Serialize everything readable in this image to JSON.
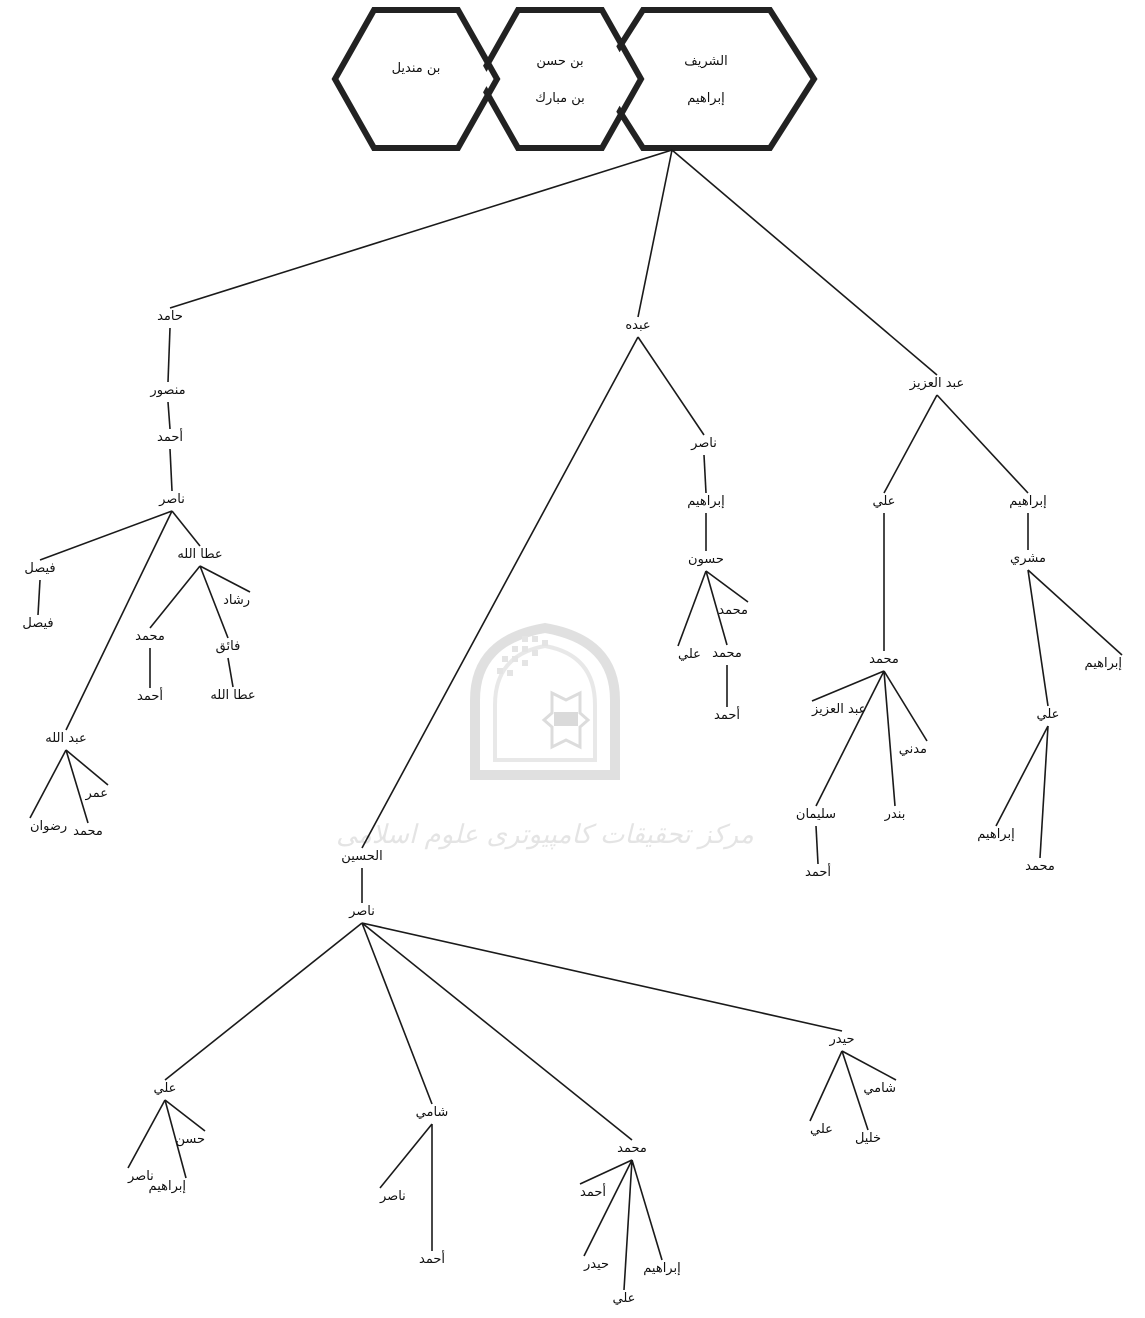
{
  "header": {
    "hexagons": [
      {
        "id": "h1",
        "lines": [
          "الشريف",
          "إبراهيم"
        ]
      },
      {
        "id": "h2",
        "lines": [
          "بن حسن",
          "بن مبارك"
        ]
      },
      {
        "id": "h3",
        "lines": [
          "بن منديل"
        ]
      }
    ]
  },
  "watermark": {
    "text": "مرکز تحقیقات کامپیوتری علوم اسلامی",
    "color": "#cfcfcf"
  },
  "tree": {
    "nodes": [
      {
        "id": "hamid",
        "label": "حامد"
      },
      {
        "id": "mansour",
        "label": "منصور"
      },
      {
        "id": "ahmad1",
        "label": "أحمد"
      },
      {
        "id": "nasir1",
        "label": "ناصر"
      },
      {
        "id": "faisal1",
        "label": "فيصل"
      },
      {
        "id": "faisal2",
        "label": "فيصل"
      },
      {
        "id": "ataallah1",
        "label": "عطا الله"
      },
      {
        "id": "rashad",
        "label": "رشاد"
      },
      {
        "id": "muhammad1",
        "label": "محمد"
      },
      {
        "id": "faiq",
        "label": "فائق"
      },
      {
        "id": "ahmad2",
        "label": "أحمد"
      },
      {
        "id": "ataallah2",
        "label": "عطا الله"
      },
      {
        "id": "abdullah",
        "label": "عبد الله"
      },
      {
        "id": "omar",
        "label": "عمر"
      },
      {
        "id": "radwan",
        "label": "رضوان"
      },
      {
        "id": "muhammad2",
        "label": "محمد"
      },
      {
        "id": "abdah",
        "label": "عبده"
      },
      {
        "id": "nasir2",
        "label": "ناصر"
      },
      {
        "id": "ibrahim1",
        "label": "إبراهيم"
      },
      {
        "id": "hassun",
        "label": "حسون"
      },
      {
        "id": "muhammad3",
        "label": "محمد"
      },
      {
        "id": "ali1",
        "label": "علي"
      },
      {
        "id": "muhammad4",
        "label": "محمد"
      },
      {
        "id": "ahmad3",
        "label": "أحمد"
      },
      {
        "id": "husayn",
        "label": "الحسين"
      },
      {
        "id": "nasir3",
        "label": "ناصر"
      },
      {
        "id": "ali2",
        "label": "علي"
      },
      {
        "id": "hasan",
        "label": "حسن"
      },
      {
        "id": "nasir4",
        "label": "ناصر"
      },
      {
        "id": "ibrahim2",
        "label": "إبراهيم"
      },
      {
        "id": "shami1",
        "label": "شامي"
      },
      {
        "id": "nasir5",
        "label": "ناصر"
      },
      {
        "id": "ahmad4",
        "label": "أحمد"
      },
      {
        "id": "muhammad5",
        "label": "محمد"
      },
      {
        "id": "ahmad5",
        "label": "أحمد"
      },
      {
        "id": "haydar1",
        "label": "حيدر"
      },
      {
        "id": "ibrahim3",
        "label": "إبراهيم"
      },
      {
        "id": "ali3",
        "label": "علي"
      },
      {
        "id": "haydar2",
        "label": "حيدر"
      },
      {
        "id": "shami2",
        "label": "شامي"
      },
      {
        "id": "ali4",
        "label": "علي"
      },
      {
        "id": "khalil",
        "label": "خليل"
      },
      {
        "id": "abdulaziz1",
        "label": "عبد العزيز"
      },
      {
        "id": "ali5",
        "label": "علي"
      },
      {
        "id": "ibrahim4",
        "label": "إبراهيم"
      },
      {
        "id": "muhammad6",
        "label": "محمد"
      },
      {
        "id": "abdulaziz2",
        "label": "عبد العزيز"
      },
      {
        "id": "madani",
        "label": "مدني"
      },
      {
        "id": "sulayman",
        "label": "سليمان"
      },
      {
        "id": "bandar",
        "label": "بندر"
      },
      {
        "id": "ahmad6",
        "label": "أحمد"
      },
      {
        "id": "mushri",
        "label": "مشري"
      },
      {
        "id": "ibrahim5",
        "label": "إبراهيم"
      },
      {
        "id": "ali6",
        "label": "علي"
      },
      {
        "id": "ibrahim6",
        "label": "إبراهيم"
      },
      {
        "id": "muhammad7",
        "label": "محمد"
      }
    ],
    "edges": [
      [
        "root",
        "hamid"
      ],
      [
        "root",
        "abdah"
      ],
      [
        "root",
        "abdulaziz1"
      ],
      [
        "hamid",
        "mansour"
      ],
      [
        "mansour",
        "ahmad1"
      ],
      [
        "ahmad1",
        "nasir1"
      ],
      [
        "nasir1",
        "faisal1"
      ],
      [
        "nasir1",
        "ataallah1"
      ],
      [
        "nasir1",
        "abdullah"
      ],
      [
        "faisal1",
        "faisal2"
      ],
      [
        "ataallah1",
        "muhammad1"
      ],
      [
        "ataallah1",
        "faiq"
      ],
      [
        "ataallah1",
        "rashad"
      ],
      [
        "muhammad1",
        "ahmad2"
      ],
      [
        "faiq",
        "ataallah2"
      ],
      [
        "abdullah",
        "radwan"
      ],
      [
        "abdullah",
        "muhammad2"
      ],
      [
        "abdullah",
        "omar"
      ],
      [
        "abdah",
        "nasir2"
      ],
      [
        "abdah",
        "husayn"
      ],
      [
        "nasir2",
        "ibrahim1"
      ],
      [
        "ibrahim1",
        "hassun"
      ],
      [
        "hassun",
        "ali1"
      ],
      [
        "hassun",
        "muhammad4"
      ],
      [
        "hassun",
        "muhammad3"
      ],
      [
        "muhammad4",
        "ahmad3"
      ],
      [
        "husayn",
        "nasir3"
      ],
      [
        "nasir3",
        "ali2"
      ],
      [
        "nasir3",
        "shami1"
      ],
      [
        "nasir3",
        "muhammad5"
      ],
      [
        "nasir3",
        "haydar1"
      ],
      [
        "ali2",
        "nasir4"
      ],
      [
        "ali2",
        "ibrahim2"
      ],
      [
        "ali2",
        "hasan"
      ],
      [
        "shami1",
        "nasir5"
      ],
      [
        "shami1",
        "ahmad4"
      ],
      [
        "muhammad5",
        "ahmad5"
      ],
      [
        "muhammad5",
        "haydar2"
      ],
      [
        "muhammad5",
        "ali3"
      ],
      [
        "muhammad5",
        "ibrahim3"
      ],
      [
        "haydar1",
        "ali4"
      ],
      [
        "haydar1",
        "khalil"
      ],
      [
        "haydar1",
        "shami2"
      ],
      [
        "abdulaziz1",
        "ali5"
      ],
      [
        "abdulaziz1",
        "ibrahim4"
      ],
      [
        "ali5",
        "muhammad6"
      ],
      [
        "muhammad6",
        "sulayman"
      ],
      [
        "muhammad6",
        "bandar"
      ],
      [
        "muhammad6",
        "madani"
      ],
      [
        "muhammad6",
        "abdulaziz2"
      ],
      [
        "sulayman",
        "ahmad6"
      ],
      [
        "ibrahim4",
        "mushri"
      ],
      [
        "mushri",
        "ali6"
      ],
      [
        "mushri",
        "ibrahim5"
      ],
      [
        "ali6",
        "ibrahim6"
      ],
      [
        "ali6",
        "muhammad7"
      ]
    ]
  }
}
